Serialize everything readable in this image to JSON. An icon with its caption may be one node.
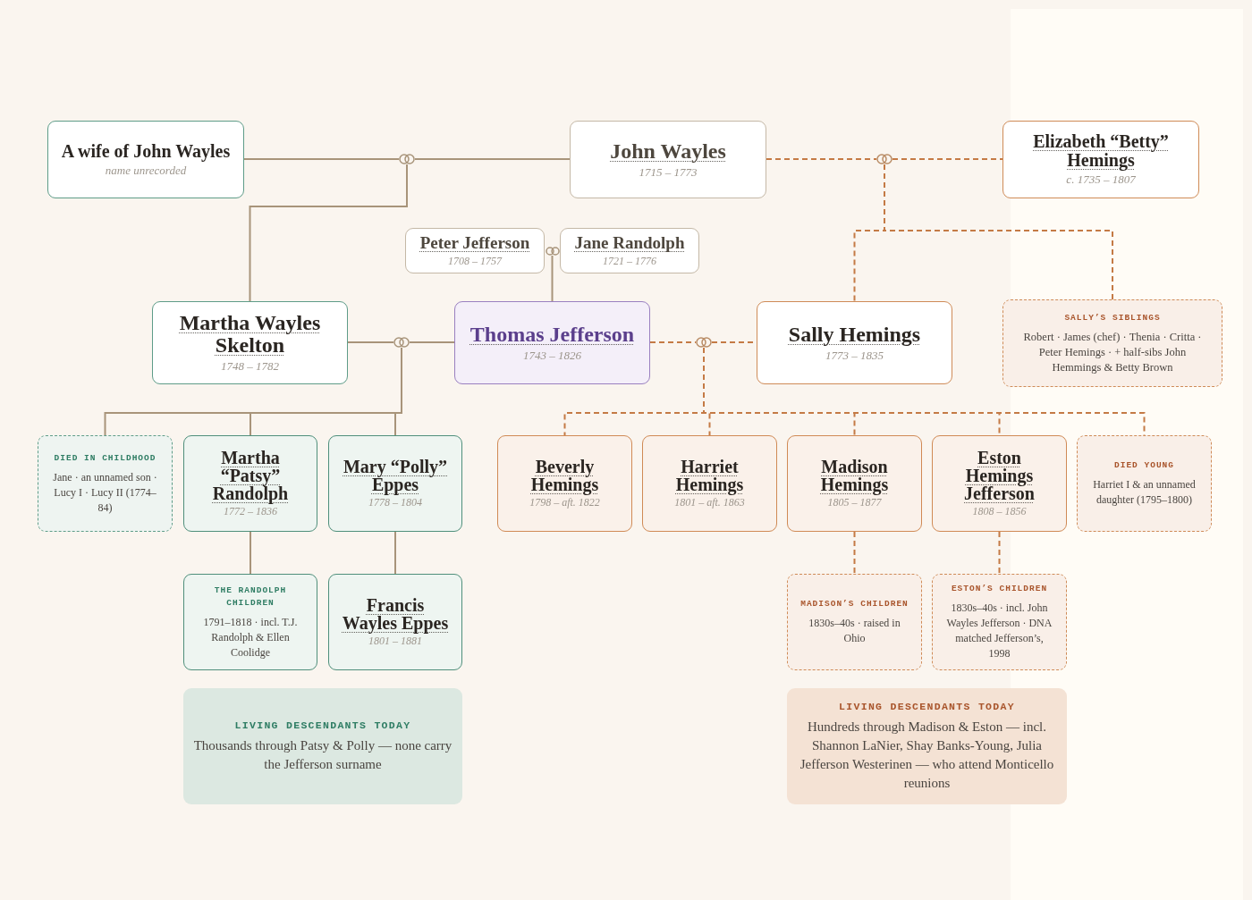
{
  "diagram": {
    "nodes": [
      {
        "text": [
          "A wife of John Wayles",
          "name unrecorded"
        ]
      },
      {
        "text": [],
        "shape": "rings"
      },
      {
        "text": [
          "John Wayles",
          "1715 – 1773"
        ]
      },
      {
        "text": [],
        "shape": "rings"
      },
      {
        "text": [
          "Elizabeth “Betty” Hemings",
          "c. 1735 – 1807"
        ]
      },
      {
        "text": [
          "Peter Jefferson",
          "1708 – 1757"
        ]
      },
      {
        "text": [],
        "shape": "rings"
      },
      {
        "text": [
          "Jane Randolph",
          "1721 – 1776"
        ]
      },
      {
        "text": [
          "Martha Wayles Skelton",
          "1748 – 1782"
        ]
      },
      {
        "text": [],
        "shape": "rings"
      },
      {
        "text": [
          "Thomas Jefferson",
          "1743 – 1826"
        ]
      },
      {
        "text": [],
        "shape": "rings"
      },
      {
        "text": [
          "Sally Hemings",
          "1773 – 1835"
        ]
      },
      {
        "text": [
          "SALLY’S SIBLINGS",
          "Robert · James (chef) · Thenia · Critta · Peter Hemings · + half-sibs John Hemmings & Betty Brown"
        ]
      },
      {
        "text": [
          "DIED IN CHILDHOOD",
          "Jane · an unnamed son · Lucy I · Lucy II (1774–84)"
        ]
      },
      {
        "text": [
          "Martha “Patsy” Randolph",
          "1772 – 1836"
        ]
      },
      {
        "text": [
          "Mary “Polly” Eppes",
          "1778 – 1804"
        ]
      },
      {
        "text": [
          "Beverly Hemings",
          "1798 – aft. 1822"
        ]
      },
      {
        "text": [
          "Harriet Hemings",
          "1801 – aft. 1863"
        ]
      },
      {
        "text": [
          "Madison Hemings",
          "1805 – 1877"
        ]
      },
      {
        "text": [
          "Eston Hemings Jefferson",
          "1808 – 1856"
        ]
      },
      {
        "text": [
          "DIED YOUNG",
          "Harriet I & an unnamed daughter (1795–1800)"
        ]
      },
      {
        "text": [
          "THE RANDOLPH CHILDREN",
          "1791–1818 · incl. T.J. Randolph & Ellen Coolidge"
        ]
      },
      {
        "text": [
          "Francis Wayles Eppes",
          "1801 – 1881"
        ]
      },
      {
        "text": [
          "MADISON’S CHILDREN",
          "1830s–40s · raised in Ohio"
        ]
      },
      {
        "text": [
          "ESTON’S CHILDREN",
          "1830s–40s · incl. John Wayles Jefferson · DNA matched Jefferson’s, 1998"
        ]
      },
      {
        "text": [
          "LIVING DESCENDANTS TODAY",
          "Thousands through Patsy & Polly — none carry the Jefferson surname"
        ]
      },
      {
        "text": [
          "LIVING DESCENDANTS TODAY",
          "Hundreds through Madison & Eston — incl. Shannon LaNier, Shay Banks-Young, Julia Jefferson Westerinen — who attend Monticello reunions"
        ]
      }
    ],
    "edges": [
      {
        "from": 0,
        "to": 1,
        "arrow": "none"
      },
      {
        "from": 1,
        "to": 2,
        "arrow": "none"
      },
      {
        "from": 1,
        "to": 8,
        "arrow": "none"
      },
      {
        "from": 2,
        "to": 3,
        "arrow": "none",
        "style": "dashed",
        "color": "#c47a45"
      },
      {
        "from": 3,
        "to": 4,
        "arrow": "none",
        "style": "dashed",
        "color": "#c47a45"
      },
      {
        "from": 3,
        "to": 12,
        "arrow": "none",
        "style": "dashed",
        "color": "#c47a45"
      },
      {
        "from": 3,
        "to": 13,
        "arrow": "none",
        "style": "dashed",
        "color": "#c47a45"
      },
      {
        "from": 6,
        "to": 10,
        "arrow": "none"
      },
      {
        "from": 8,
        "to": 9,
        "arrow": "none"
      },
      {
        "from": 9,
        "to": 10,
        "arrow": "none"
      },
      {
        "from": 9,
        "to": 14,
        "arrow": "none"
      },
      {
        "from": 9,
        "to": 15,
        "arrow": "none"
      },
      {
        "from": 9,
        "to": 16,
        "arrow": "none"
      },
      {
        "from": 10,
        "to": 11,
        "arrow": "none",
        "style": "dashed",
        "color": "#c47a45"
      },
      {
        "from": 11,
        "to": 12,
        "arrow": "none",
        "style": "dashed",
        "color": "#c47a45"
      },
      {
        "from": 11,
        "to": 17,
        "arrow": "none",
        "style": "dashed",
        "color": "#c47a45"
      },
      {
        "from": 11,
        "to": 18,
        "arrow": "none",
        "style": "dashed",
        "color": "#c47a45"
      },
      {
        "from": 11,
        "to": 19,
        "arrow": "none",
        "style": "dashed",
        "color": "#c47a45"
      },
      {
        "from": 11,
        "to": 20,
        "arrow": "none",
        "style": "dashed",
        "color": "#c47a45"
      },
      {
        "from": 11,
        "to": 21,
        "arrow": "none",
        "style": "dashed",
        "color": "#c47a45"
      },
      {
        "from": 15,
        "to": 22,
        "arrow": "none"
      },
      {
        "from": 16,
        "to": 23,
        "arrow": "none"
      },
      {
        "from": 19,
        "to": 24,
        "arrow": "none",
        "style": "dashed",
        "color": "#c47a45"
      },
      {
        "from": 20,
        "to": 25,
        "arrow": "none",
        "style": "dashed",
        "color": "#c47a45"
      }
    ]
  }
}
